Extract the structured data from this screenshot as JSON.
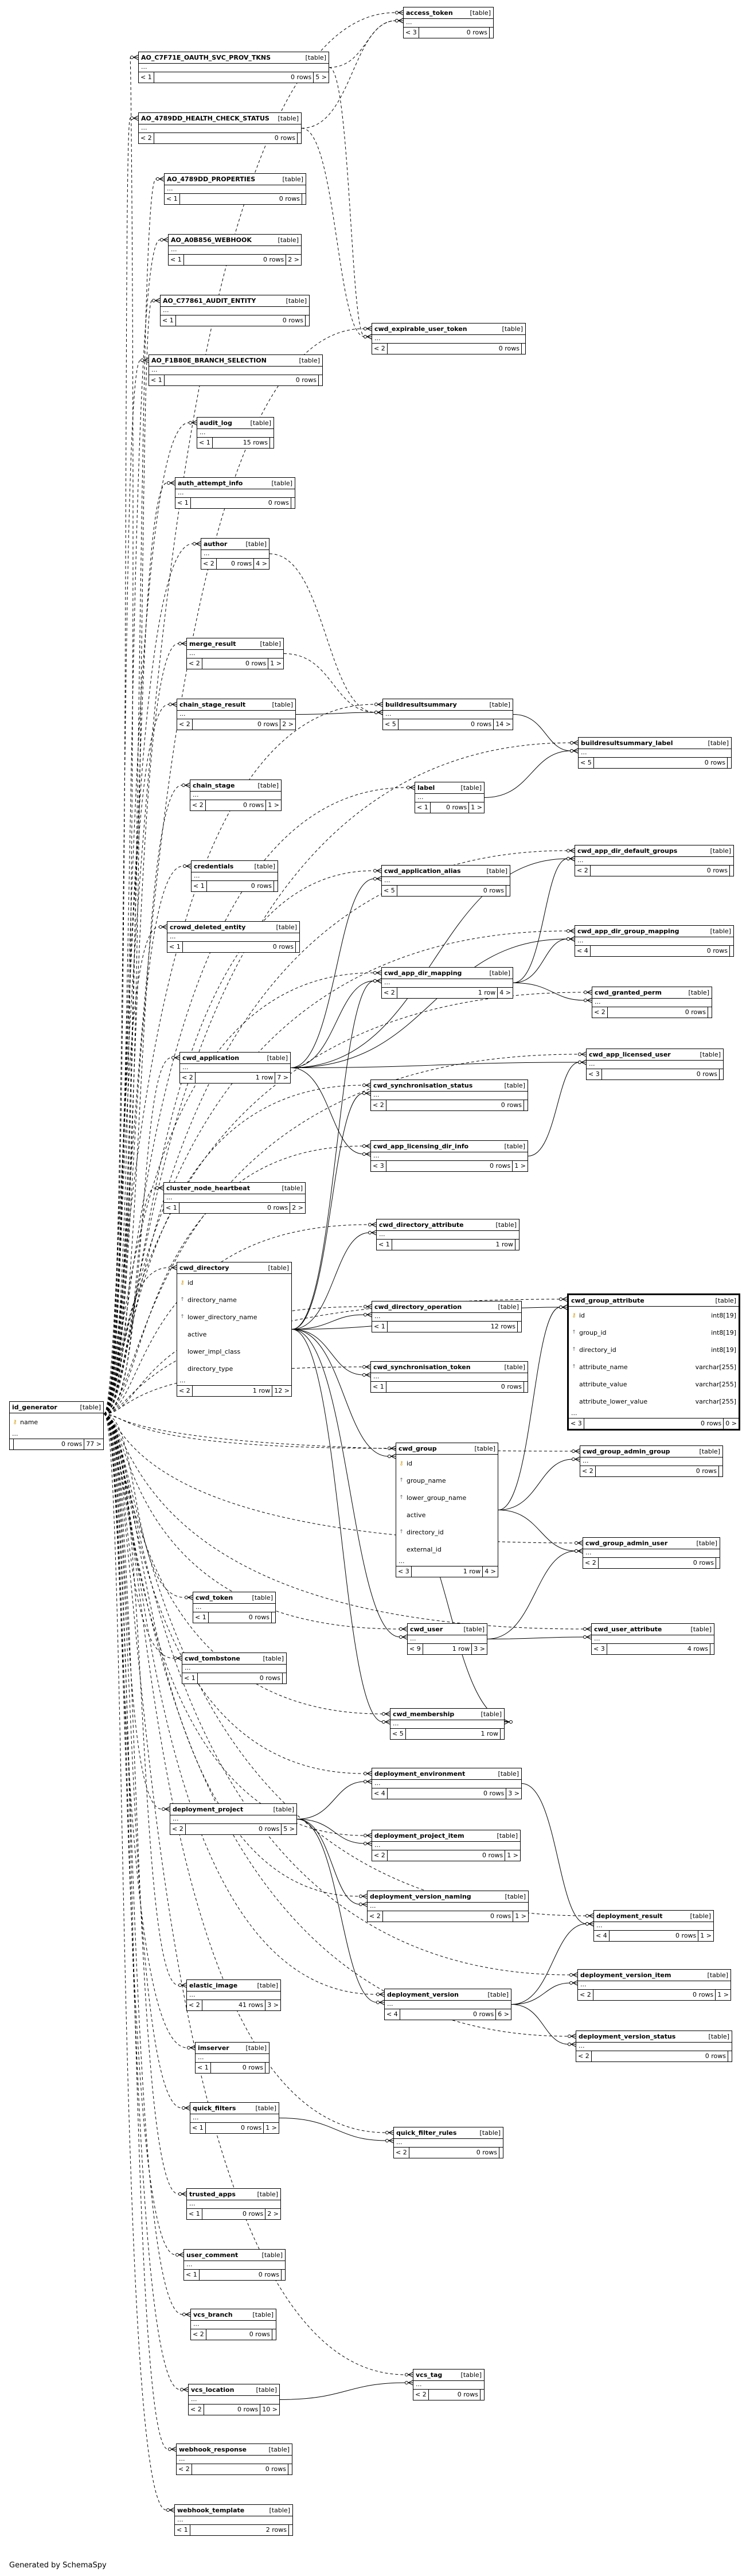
{
  "generated_by": "Generated by SchemaSpy",
  "tables": [
    {
      "id": "access_token",
      "name": "access_token",
      "type": "[table]",
      "parents": "< 3",
      "rows": "0 rows",
      "children": ""
    },
    {
      "id": "ao_c7f71e",
      "name": "AO_C7F71E_OAUTH_SVC_PROV_TKNS",
      "type": "[table]",
      "parents": "< 1",
      "rows": "0 rows",
      "children": "5 >"
    },
    {
      "id": "ao_4789dd_hc",
      "name": "AO_4789DD_HEALTH_CHECK_STATUS",
      "type": "[table]",
      "parents": "< 2",
      "rows": "0 rows",
      "children": ""
    },
    {
      "id": "ao_4789dd_props",
      "name": "AO_4789DD_PROPERTIES",
      "type": "[table]",
      "parents": "< 1",
      "rows": "0 rows",
      "children": ""
    },
    {
      "id": "ao_a0b856",
      "name": "AO_A0B856_WEBHOOK",
      "type": "[table]",
      "parents": "< 1",
      "rows": "0 rows",
      "children": "2 >"
    },
    {
      "id": "ao_c77861",
      "name": "AO_C77861_AUDIT_ENTITY",
      "type": "[table]",
      "parents": "< 1",
      "rows": "0 rows",
      "children": ""
    },
    {
      "id": "ao_f1b80e",
      "name": "AO_F1B80E_BRANCH_SELECTION",
      "type": "[table]",
      "parents": "< 1",
      "rows": "0 rows",
      "children": ""
    },
    {
      "id": "cwd_expirable_user_token",
      "name": "cwd_expirable_user_token",
      "type": "[table]",
      "parents": "< 2",
      "rows": "0 rows",
      "children": ""
    },
    {
      "id": "audit_log",
      "name": "audit_log",
      "type": "[table]",
      "parents": "< 1",
      "rows": "15 rows",
      "children": ""
    },
    {
      "id": "auth_attempt_info",
      "name": "auth_attempt_info",
      "type": "[table]",
      "parents": "< 1",
      "rows": "0 rows",
      "children": ""
    },
    {
      "id": "author",
      "name": "author",
      "type": "[table]",
      "parents": "< 2",
      "rows": "0 rows",
      "children": "4 >"
    },
    {
      "id": "merge_result",
      "name": "merge_result",
      "type": "[table]",
      "parents": "< 2",
      "rows": "0 rows",
      "children": "1 >"
    },
    {
      "id": "chain_stage_result",
      "name": "chain_stage_result",
      "type": "[table]",
      "parents": "< 2",
      "rows": "0 rows",
      "children": "2 >"
    },
    {
      "id": "buildresultsummary",
      "name": "buildresultsummary",
      "type": "[table]",
      "parents": "< 5",
      "rows": "0 rows",
      "children": "14 >"
    },
    {
      "id": "buildresultsummary_label",
      "name": "buildresultsummary_label",
      "type": "[table]",
      "parents": "< 5",
      "rows": "0 rows",
      "children": ""
    },
    {
      "id": "chain_stage",
      "name": "chain_stage",
      "type": "[table]",
      "parents": "< 2",
      "rows": "0 rows",
      "children": "1 >"
    },
    {
      "id": "label",
      "name": "label",
      "type": "[table]",
      "parents": "< 1",
      "rows": "0 rows",
      "children": "1 >"
    },
    {
      "id": "credentials",
      "name": "credentials",
      "type": "[table]",
      "parents": "< 1",
      "rows": "0 rows",
      "children": ""
    },
    {
      "id": "cwd_app_dir_default_groups",
      "name": "cwd_app_dir_default_groups",
      "type": "[table]",
      "parents": "< 2",
      "rows": "0 rows",
      "children": ""
    },
    {
      "id": "cwd_application_alias",
      "name": "cwd_application_alias",
      "type": "[table]",
      "parents": "< 5",
      "rows": "0 rows",
      "children": ""
    },
    {
      "id": "crowd_deleted_entity",
      "name": "crowd_deleted_entity",
      "type": "[table]",
      "parents": "< 1",
      "rows": "0 rows",
      "children": ""
    },
    {
      "id": "cwd_app_dir_group_mapping",
      "name": "cwd_app_dir_group_mapping",
      "type": "[table]",
      "parents": "< 4",
      "rows": "0 rows",
      "children": ""
    },
    {
      "id": "cwd_app_dir_mapping",
      "name": "cwd_app_dir_mapping",
      "type": "[table]",
      "parents": "< 2",
      "rows": "1 row",
      "children": "4 >"
    },
    {
      "id": "cwd_granted_perm",
      "name": "cwd_granted_perm",
      "type": "[table]",
      "parents": "< 2",
      "rows": "0 rows",
      "children": ""
    },
    {
      "id": "cwd_application",
      "name": "cwd_application",
      "type": "[table]",
      "parents": "< 2",
      "rows": "1 row",
      "children": "7 >"
    },
    {
      "id": "cwd_app_licensed_user",
      "name": "cwd_app_licensed_user",
      "type": "[table]",
      "parents": "< 3",
      "rows": "0 rows",
      "children": ""
    },
    {
      "id": "cwd_synchronisation_status",
      "name": "cwd_synchronisation_status",
      "type": "[table]",
      "parents": "< 2",
      "rows": "0 rows",
      "children": ""
    },
    {
      "id": "cwd_app_licensing_dir_info",
      "name": "cwd_app_licensing_dir_info",
      "type": "[table]",
      "parents": "< 3",
      "rows": "0 rows",
      "children": "1 >"
    },
    {
      "id": "cluster_node_heartbeat",
      "name": "cluster_node_heartbeat",
      "type": "[table]",
      "parents": "< 1",
      "rows": "0 rows",
      "children": "2 >"
    },
    {
      "id": "cwd_directory_attribute",
      "name": "cwd_directory_attribute",
      "type": "[table]",
      "parents": "< 1",
      "rows": "1 row",
      "children": ""
    },
    {
      "id": "cwd_directory",
      "name": "cwd_directory",
      "type": "[table]",
      "parents": "< 2",
      "rows": "1 row",
      "children": "12 >",
      "columns": [
        {
          "name": "id",
          "icon": "pk"
        },
        {
          "name": "directory_name",
          "icon": "fk"
        },
        {
          "name": "lower_directory_name",
          "icon": "fk"
        },
        {
          "name": "active",
          "icon": ""
        },
        {
          "name": "lower_impl_class",
          "icon": ""
        },
        {
          "name": "directory_type",
          "icon": ""
        }
      ]
    },
    {
      "id": "cwd_group_attribute",
      "name": "cwd_group_attribute",
      "type": "[table]",
      "parents": "< 3",
      "rows": "0 rows",
      "children": "0 >",
      "columns": [
        {
          "name": "id",
          "icon": "pk",
          "dtype": "int8[19]"
        },
        {
          "name": "group_id",
          "icon": "fk",
          "dtype": "int8[19]"
        },
        {
          "name": "directory_id",
          "icon": "fk",
          "dtype": "int8[19]"
        },
        {
          "name": "attribute_name",
          "icon": "fk",
          "dtype": "varchar[255]"
        },
        {
          "name": "attribute_value",
          "icon": "",
          "dtype": "varchar[255]"
        },
        {
          "name": "attribute_lower_value",
          "icon": "",
          "dtype": "varchar[255]"
        }
      ]
    },
    {
      "id": "cwd_directory_operation",
      "name": "cwd_directory_operation",
      "type": "[table]",
      "parents": "< 1",
      "rows": "12 rows",
      "children": ""
    },
    {
      "id": "cwd_synchronisation_token",
      "name": "cwd_synchronisation_token",
      "type": "[table]",
      "parents": "< 1",
      "rows": "0 rows",
      "children": ""
    },
    {
      "id": "id_generator",
      "name": "id_generator",
      "type": "[table]",
      "parents": "",
      "rows": "0 rows",
      "children": "77 >",
      "columns": [
        {
          "name": "name",
          "icon": "pk"
        }
      ]
    },
    {
      "id": "cwd_group",
      "name": "cwd_group",
      "type": "[table]",
      "parents": "< 3",
      "rows": "1 row",
      "children": "4 >",
      "columns": [
        {
          "name": "id",
          "icon": "pk"
        },
        {
          "name": "group_name",
          "icon": "fk"
        },
        {
          "name": "lower_group_name",
          "icon": "fk"
        },
        {
          "name": "active",
          "icon": ""
        },
        {
          "name": "directory_id",
          "icon": "fk"
        },
        {
          "name": "external_id",
          "icon": ""
        }
      ]
    },
    {
      "id": "cwd_group_admin_group",
      "name": "cwd_group_admin_group",
      "type": "[table]",
      "parents": "< 2",
      "rows": "0 rows",
      "children": ""
    },
    {
      "id": "cwd_group_admin_user",
      "name": "cwd_group_admin_user",
      "type": "[table]",
      "parents": "< 2",
      "rows": "0 rows",
      "children": ""
    },
    {
      "id": "cwd_token",
      "name": "cwd_token",
      "type": "[table]",
      "parents": "< 1",
      "rows": "0 rows",
      "children": ""
    },
    {
      "id": "cwd_user",
      "name": "cwd_user",
      "type": "[table]",
      "parents": "< 9",
      "rows": "1 row",
      "children": "3 >"
    },
    {
      "id": "cwd_user_attribute",
      "name": "cwd_user_attribute",
      "type": "[table]",
      "parents": "< 3",
      "rows": "4 rows",
      "children": ""
    },
    {
      "id": "cwd_tombstone",
      "name": "cwd_tombstone",
      "type": "[table]",
      "parents": "< 1",
      "rows": "0 rows",
      "children": ""
    },
    {
      "id": "cwd_membership",
      "name": "cwd_membership",
      "type": "[table]",
      "parents": "< 5",
      "rows": "1 row",
      "children": ""
    },
    {
      "id": "deployment_environment",
      "name": "deployment_environment",
      "type": "[table]",
      "parents": "< 4",
      "rows": "0 rows",
      "children": "3 >"
    },
    {
      "id": "deployment_project",
      "name": "deployment_project",
      "type": "[table]",
      "parents": "< 2",
      "rows": "0 rows",
      "children": "5 >"
    },
    {
      "id": "deployment_project_item",
      "name": "deployment_project_item",
      "type": "[table]",
      "parents": "< 2",
      "rows": "0 rows",
      "children": "1 >"
    },
    {
      "id": "deployment_version_naming",
      "name": "deployment_version_naming",
      "type": "[table]",
      "parents": "< 2",
      "rows": "0 rows",
      "children": "1 >"
    },
    {
      "id": "deployment_result",
      "name": "deployment_result",
      "type": "[table]",
      "parents": "< 4",
      "rows": "0 rows",
      "children": "1 >"
    },
    {
      "id": "deployment_version_item",
      "name": "deployment_version_item",
      "type": "[table]",
      "parents": "< 2",
      "rows": "0 rows",
      "children": "1 >"
    },
    {
      "id": "elastic_image",
      "name": "elastic_image",
      "type": "[table]",
      "parents": "< 2",
      "rows": "41 rows",
      "children": "3 >"
    },
    {
      "id": "deployment_version",
      "name": "deployment_version",
      "type": "[table]",
      "parents": "< 4",
      "rows": "0 rows",
      "children": "6 >"
    },
    {
      "id": "deployment_version_status",
      "name": "deployment_version_status",
      "type": "[table]",
      "parents": "< 2",
      "rows": "0 rows",
      "children": ""
    },
    {
      "id": "imserver",
      "name": "imserver",
      "type": "[table]",
      "parents": "< 1",
      "rows": "0 rows",
      "children": ""
    },
    {
      "id": "quick_filters",
      "name": "quick_filters",
      "type": "[table]",
      "parents": "< 1",
      "rows": "0 rows",
      "children": "1 >"
    },
    {
      "id": "quick_filter_rules",
      "name": "quick_filter_rules",
      "type": "[table]",
      "parents": "< 2",
      "rows": "0 rows",
      "children": ""
    },
    {
      "id": "trusted_apps",
      "name": "trusted_apps",
      "type": "[table]",
      "parents": "< 1",
      "rows": "0 rows",
      "children": "2 >"
    },
    {
      "id": "user_comment",
      "name": "user_comment",
      "type": "[table]",
      "parents": "< 1",
      "rows": "0 rows",
      "children": ""
    },
    {
      "id": "vcs_branch",
      "name": "vcs_branch",
      "type": "[table]",
      "parents": "< 2",
      "rows": "0 rows",
      "children": ""
    },
    {
      "id": "vcs_tag",
      "name": "vcs_tag",
      "type": "[table]",
      "parents": "< 2",
      "rows": "0 rows",
      "children": ""
    },
    {
      "id": "vcs_location",
      "name": "vcs_location",
      "type": "[table]",
      "parents": "< 2",
      "rows": "0 rows",
      "children": "10 >"
    },
    {
      "id": "webhook_response",
      "name": "webhook_response",
      "type": "[table]",
      "parents": "< 2",
      "rows": "0 rows",
      "children": ""
    },
    {
      "id": "webhook_template",
      "name": "webhook_template",
      "type": "[table]",
      "parents": "< 1",
      "rows": "2 rows",
      "children": ""
    }
  ],
  "relationships": [
    {
      "from": "ao_c7f71e",
      "to": "access_token",
      "style": "dashed"
    },
    {
      "from": "ao_c7f71e",
      "to": "cwd_expirable_user_token",
      "style": "dashed"
    },
    {
      "from": "ao_4789dd_hc",
      "to": "access_token",
      "style": "dashed"
    },
    {
      "from": "ao_4789dd_hc",
      "to": "cwd_expirable_user_token",
      "style": "dashed"
    },
    {
      "from": "author",
      "to": "buildresultsummary",
      "style": "dashed"
    },
    {
      "from": "merge_result",
      "to": "buildresultsummary",
      "style": "dashed"
    },
    {
      "from": "chain_stage_result",
      "to": "buildresultsummary",
      "style": "solid"
    },
    {
      "from": "buildresultsummary",
      "to": "buildresultsummary_label",
      "style": "solid"
    },
    {
      "from": "label",
      "to": "buildresultsummary_label",
      "style": "solid"
    },
    {
      "from": "cwd_application",
      "to": "cwd_application_alias",
      "style": "solid"
    },
    {
      "from": "cwd_application",
      "to": "cwd_app_dir_mapping",
      "style": "solid"
    },
    {
      "from": "cwd_application",
      "to": "cwd_app_dir_default_groups",
      "style": "solid"
    },
    {
      "from": "cwd_application",
      "to": "cwd_app_dir_group_mapping",
      "style": "solid"
    },
    {
      "from": "cwd_application",
      "to": "cwd_app_licensed_user",
      "style": "solid"
    },
    {
      "from": "cwd_application",
      "to": "cwd_app_licensing_dir_info",
      "style": "solid"
    },
    {
      "from": "cwd_app_dir_mapping",
      "to": "cwd_granted_perm",
      "style": "solid"
    },
    {
      "from": "cwd_app_dir_mapping",
      "to": "cwd_app_dir_group_mapping",
      "style": "solid"
    },
    {
      "from": "cwd_app_dir_mapping",
      "to": "cwd_app_dir_default_groups",
      "style": "solid"
    },
    {
      "from": "cwd_app_licensing_dir_info",
      "to": "cwd_app_licensed_user",
      "style": "solid"
    },
    {
      "from": "cwd_directory",
      "to": "cwd_directory_attribute",
      "style": "solid"
    },
    {
      "from": "cwd_directory",
      "to": "cwd_directory_operation",
      "style": "solid"
    },
    {
      "from": "cwd_directory",
      "to": "cwd_synchronisation_token",
      "style": "solid"
    },
    {
      "from": "cwd_directory",
      "to": "cwd_synchronisation_status",
      "style": "solid"
    },
    {
      "from": "cwd_directory",
      "to": "cwd_app_dir_mapping",
      "style": "solid"
    },
    {
      "from": "cwd_directory",
      "to": "cwd_group",
      "style": "solid"
    },
    {
      "from": "cwd_directory",
      "to": "cwd_user",
      "style": "solid"
    },
    {
      "from": "cwd_directory",
      "to": "cwd_membership",
      "style": "solid"
    },
    {
      "from": "cwd_directory",
      "to": "cwd_group_attribute",
      "style": "solid"
    },
    {
      "from": "cwd_group",
      "to": "cwd_group_attribute",
      "style": "solid"
    },
    {
      "from": "cwd_group",
      "to": "cwd_group_admin_group",
      "style": "solid"
    },
    {
      "from": "cwd_group",
      "to": "cwd_group_admin_user",
      "style": "solid"
    },
    {
      "from": "cwd_group",
      "to": "cwd_membership",
      "style": "solid"
    },
    {
      "from": "cwd_user",
      "to": "cwd_user_attribute",
      "style": "solid"
    },
    {
      "from": "cwd_user",
      "to": "cwd_group_admin_user",
      "style": "solid"
    },
    {
      "from": "deployment_project",
      "to": "deployment_environment",
      "style": "solid"
    },
    {
      "from": "deployment_project",
      "to": "deployment_project_item",
      "style": "solid"
    },
    {
      "from": "deployment_project",
      "to": "deployment_version_naming",
      "style": "solid"
    },
    {
      "from": "deployment_project",
      "to": "deployment_version",
      "style": "solid"
    },
    {
      "from": "deployment_environment",
      "to": "deployment_result",
      "style": "solid"
    },
    {
      "from": "deployment_version",
      "to": "deployment_result",
      "style": "solid"
    },
    {
      "from": "deployment_version",
      "to": "deployment_version_item",
      "style": "solid"
    },
    {
      "from": "deployment_version",
      "to": "deployment_version_status",
      "style": "solid"
    },
    {
      "from": "quick_filters",
      "to": "quick_filter_rules",
      "style": "solid"
    },
    {
      "from": "vcs_location",
      "to": "vcs_tag",
      "style": "solid"
    }
  ]
}
